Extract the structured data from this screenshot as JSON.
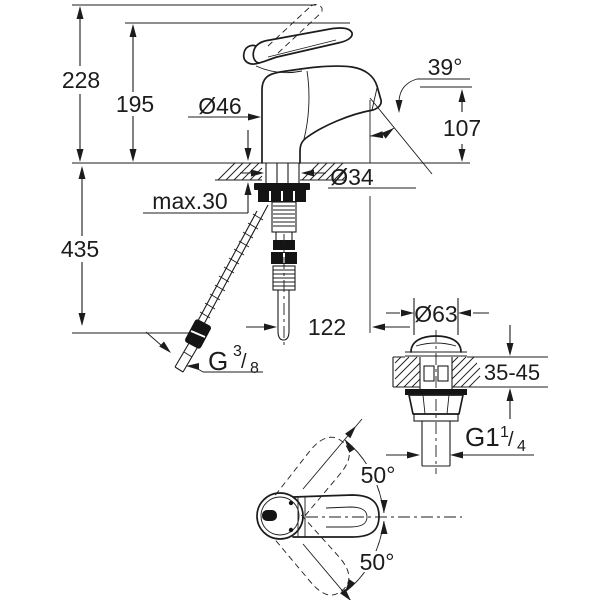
{
  "colors": {
    "line": "#1c1c1c",
    "background": "#ffffff"
  },
  "labels": {
    "height_overall": "228",
    "height_body": "195",
    "base_diameter": "Ø46",
    "spout_angle": "39°",
    "spout_height": "107",
    "deck_thickness_max": "max.30",
    "hole_diameter": "Ø34",
    "hose_length": "435",
    "spout_projection": "122",
    "hose_thread": {
      "prefix": "G",
      "numerator": "3",
      "slash": "/",
      "denominator": "8"
    },
    "waste_cap_diameter": "Ø63",
    "waste_deck_range": "35-45",
    "waste_thread": {
      "prefix": "G1",
      "numerator": "1",
      "slash": "/",
      "denominator": "4"
    },
    "swivel_angle_upper": "50°",
    "swivel_angle_lower": "50°"
  }
}
